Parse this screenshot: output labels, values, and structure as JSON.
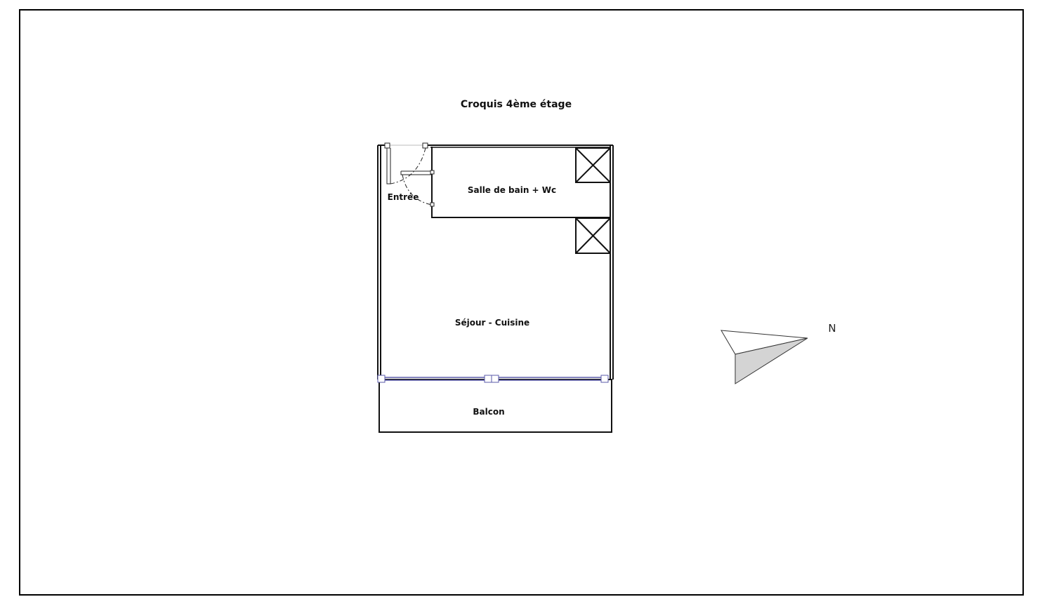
{
  "title": "Croquis 4ème étage",
  "rooms": {
    "entree": "Entrée",
    "salle_de_bain": "Salle de bain + Wc",
    "sejour": "Séjour - Cuisine",
    "balcon": "Balcon"
  },
  "compass": {
    "label": "N"
  },
  "colors": {
    "wall": "#111111",
    "window": "#5a5aa8",
    "compass_fill": "#d4d4d4"
  }
}
